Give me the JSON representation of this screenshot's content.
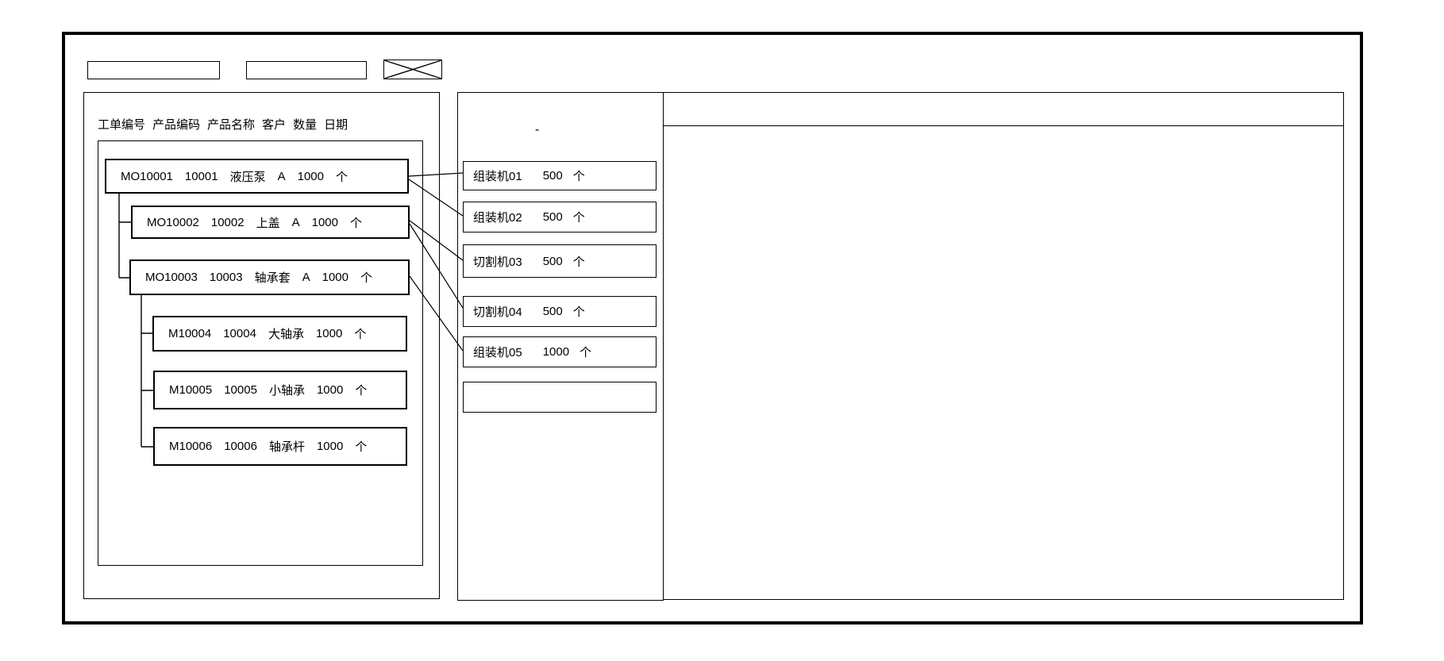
{
  "colors": {
    "line": "#000000",
    "background": "#ffffff"
  },
  "toolbar": {
    "field1_value": "",
    "field2_value": ""
  },
  "order_panel": {
    "columns": [
      "工单编号",
      "产品编码",
      "产品名称",
      "客户",
      "数量",
      "日期"
    ],
    "orders": [
      {
        "order_no": "MO10001",
        "product_code": "10001",
        "product_name": "液压泵",
        "customer": "A",
        "qty": "1000",
        "unit": "个",
        "level": 0
      },
      {
        "order_no": "MO10002",
        "product_code": "10002",
        "product_name": "上盖",
        "customer": "A",
        "qty": "1000",
        "unit": "个",
        "level": 1
      },
      {
        "order_no": "MO10003",
        "product_code": "10003",
        "product_name": "轴承套",
        "customer": "A",
        "qty": "1000",
        "unit": "个",
        "level": 1
      },
      {
        "order_no": "M10004",
        "product_code": "10004",
        "product_name": "大轴承",
        "customer": "",
        "qty": "1000",
        "unit": "个",
        "level": 2
      },
      {
        "order_no": "M10005",
        "product_code": "10005",
        "product_name": "小轴承",
        "customer": "",
        "qty": "1000",
        "unit": "个",
        "level": 2
      },
      {
        "order_no": "M10006",
        "product_code": "10006",
        "product_name": "轴承杆",
        "customer": "",
        "qty": "1000",
        "unit": "个",
        "level": 2
      }
    ]
  },
  "machine_panel": {
    "stray_mark": "-",
    "machines": [
      {
        "name": "组装机01",
        "qty": "500",
        "unit": "个"
      },
      {
        "name": "组装机02",
        "qty": "500",
        "unit": "个"
      },
      {
        "name": "切割机03",
        "qty": "500",
        "unit": "个"
      },
      {
        "name": "切割机04",
        "qty": "500",
        "unit": "个"
      },
      {
        "name": "组装机05",
        "qty": "1000",
        "unit": "个"
      },
      {
        "name": "",
        "qty": "",
        "unit": ""
      }
    ]
  },
  "connections": [
    {
      "from": "MO10001",
      "to": "组装机01"
    },
    {
      "from": "MO10001",
      "to": "组装机02"
    },
    {
      "from": "MO10002",
      "to": "切割机03"
    },
    {
      "from": "MO10002",
      "to": "切割机04"
    },
    {
      "from": "MO10003",
      "to": "组装机05"
    }
  ]
}
